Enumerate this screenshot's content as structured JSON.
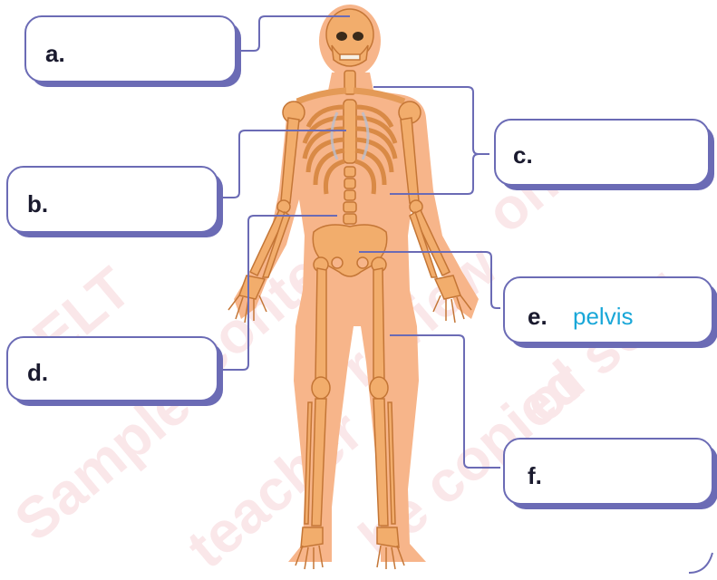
{
  "labels": [
    {
      "letter": "a.",
      "answer": ""
    },
    {
      "letter": "b.",
      "answer": ""
    },
    {
      "letter": "c.",
      "answer": ""
    },
    {
      "letter": "d.",
      "answer": ""
    },
    {
      "letter": "e.",
      "answer": "pelvis"
    },
    {
      "letter": "f.",
      "answer": ""
    }
  ],
  "watermark": [
    "Sample",
    "content",
    "For",
    "teacher",
    "review",
    "only",
    "Not to",
    "be copied",
    "or sold",
    "ELT"
  ],
  "colors": {
    "box_border": "#6b6bb5",
    "box_shadow": "#6b6bb5",
    "leader_line": "#6b6bb5",
    "answer_text": "#19a7d8",
    "letter_text": "#1a1a2e",
    "body_fill": "#f7b58a",
    "bone_fill": "#f2b070",
    "bone_stroke": "#c97a3a",
    "rib_shade": "#b9bfd0",
    "watermark": "#f3c9cf"
  }
}
